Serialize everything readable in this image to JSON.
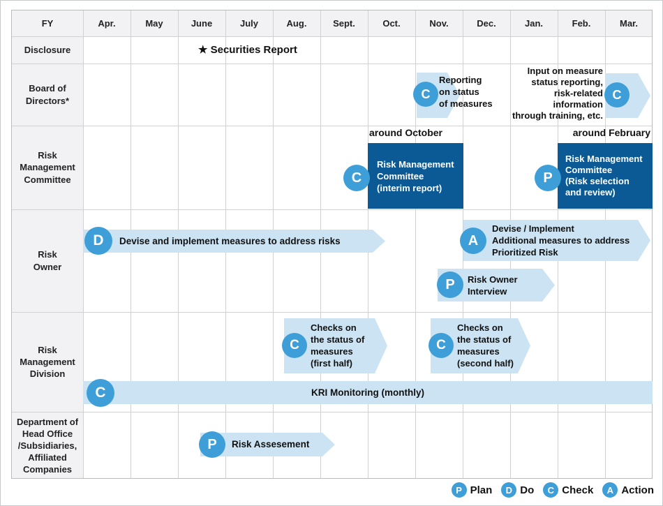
{
  "colors": {
    "accent_dark_blue": "#0b5a96",
    "accent_mid_blue": "#3e9ed8",
    "accent_light_blue": "#cbe3f3",
    "header_gray": "#f2f2f4",
    "grid_line": "#d1d1d1"
  },
  "table": {
    "fy_label": "FY",
    "months": [
      "Apr.",
      "May",
      "June",
      "July",
      "Aug.",
      "Sept.",
      "Oct.",
      "Nov.",
      "Dec.",
      "Jan.",
      "Feb.",
      "Mar."
    ],
    "rows": [
      "Disclosure",
      "Board of\nDirectors*",
      "Risk\nManagement\nCommittee",
      "Risk\nOwner",
      "Risk\nManagement\nDivision",
      "Department of\nHead Office\n/Subsidiaries,\nAffiliated\nCompanies"
    ]
  },
  "events": {
    "securities_report": "★ Securities Report",
    "bod_check_nov": {
      "letter": "C",
      "text": "Reporting\non status\nof measures"
    },
    "bod_check_feb": {
      "letter": "C",
      "text": "Input on measure\nstatus reporting,\nrisk-related\ninformation\nthrough training, etc."
    },
    "rmc_label_oct": "around October",
    "rmc_label_feb": "around February",
    "rmc_interim": {
      "letter": "C",
      "text": "Risk Management\nCommittee\n(interim report)"
    },
    "rmc_selection": {
      "letter": "P",
      "text": "Risk Management\nCommittee\n(Risk selection\nand review)"
    },
    "owner_devise": {
      "letter": "D",
      "text": "Devise and implement measures to address risks"
    },
    "owner_additional": {
      "letter": "A",
      "text": "Devise / Implement\nAdditional measures to address\nPrioritized Risk"
    },
    "owner_interview": {
      "letter": "P",
      "text": "Risk Owner\nInterview"
    },
    "division_check_first": {
      "letter": "C",
      "text": "Checks on\nthe status of\nmeasures\n(first half)"
    },
    "division_check_second": {
      "letter": "C",
      "text": "Checks on\nthe status of\nmeasures\n(second half)"
    },
    "kri_monitoring": {
      "letter": "C",
      "text": "KRI Monitoring (monthly)"
    },
    "dept_assessment": {
      "letter": "P",
      "text": "Risk Assesement"
    }
  },
  "legend": [
    {
      "letter": "P",
      "label": "Plan"
    },
    {
      "letter": "D",
      "label": "Do"
    },
    {
      "letter": "C",
      "label": "Check"
    },
    {
      "letter": "A",
      "label": "Action"
    }
  ]
}
